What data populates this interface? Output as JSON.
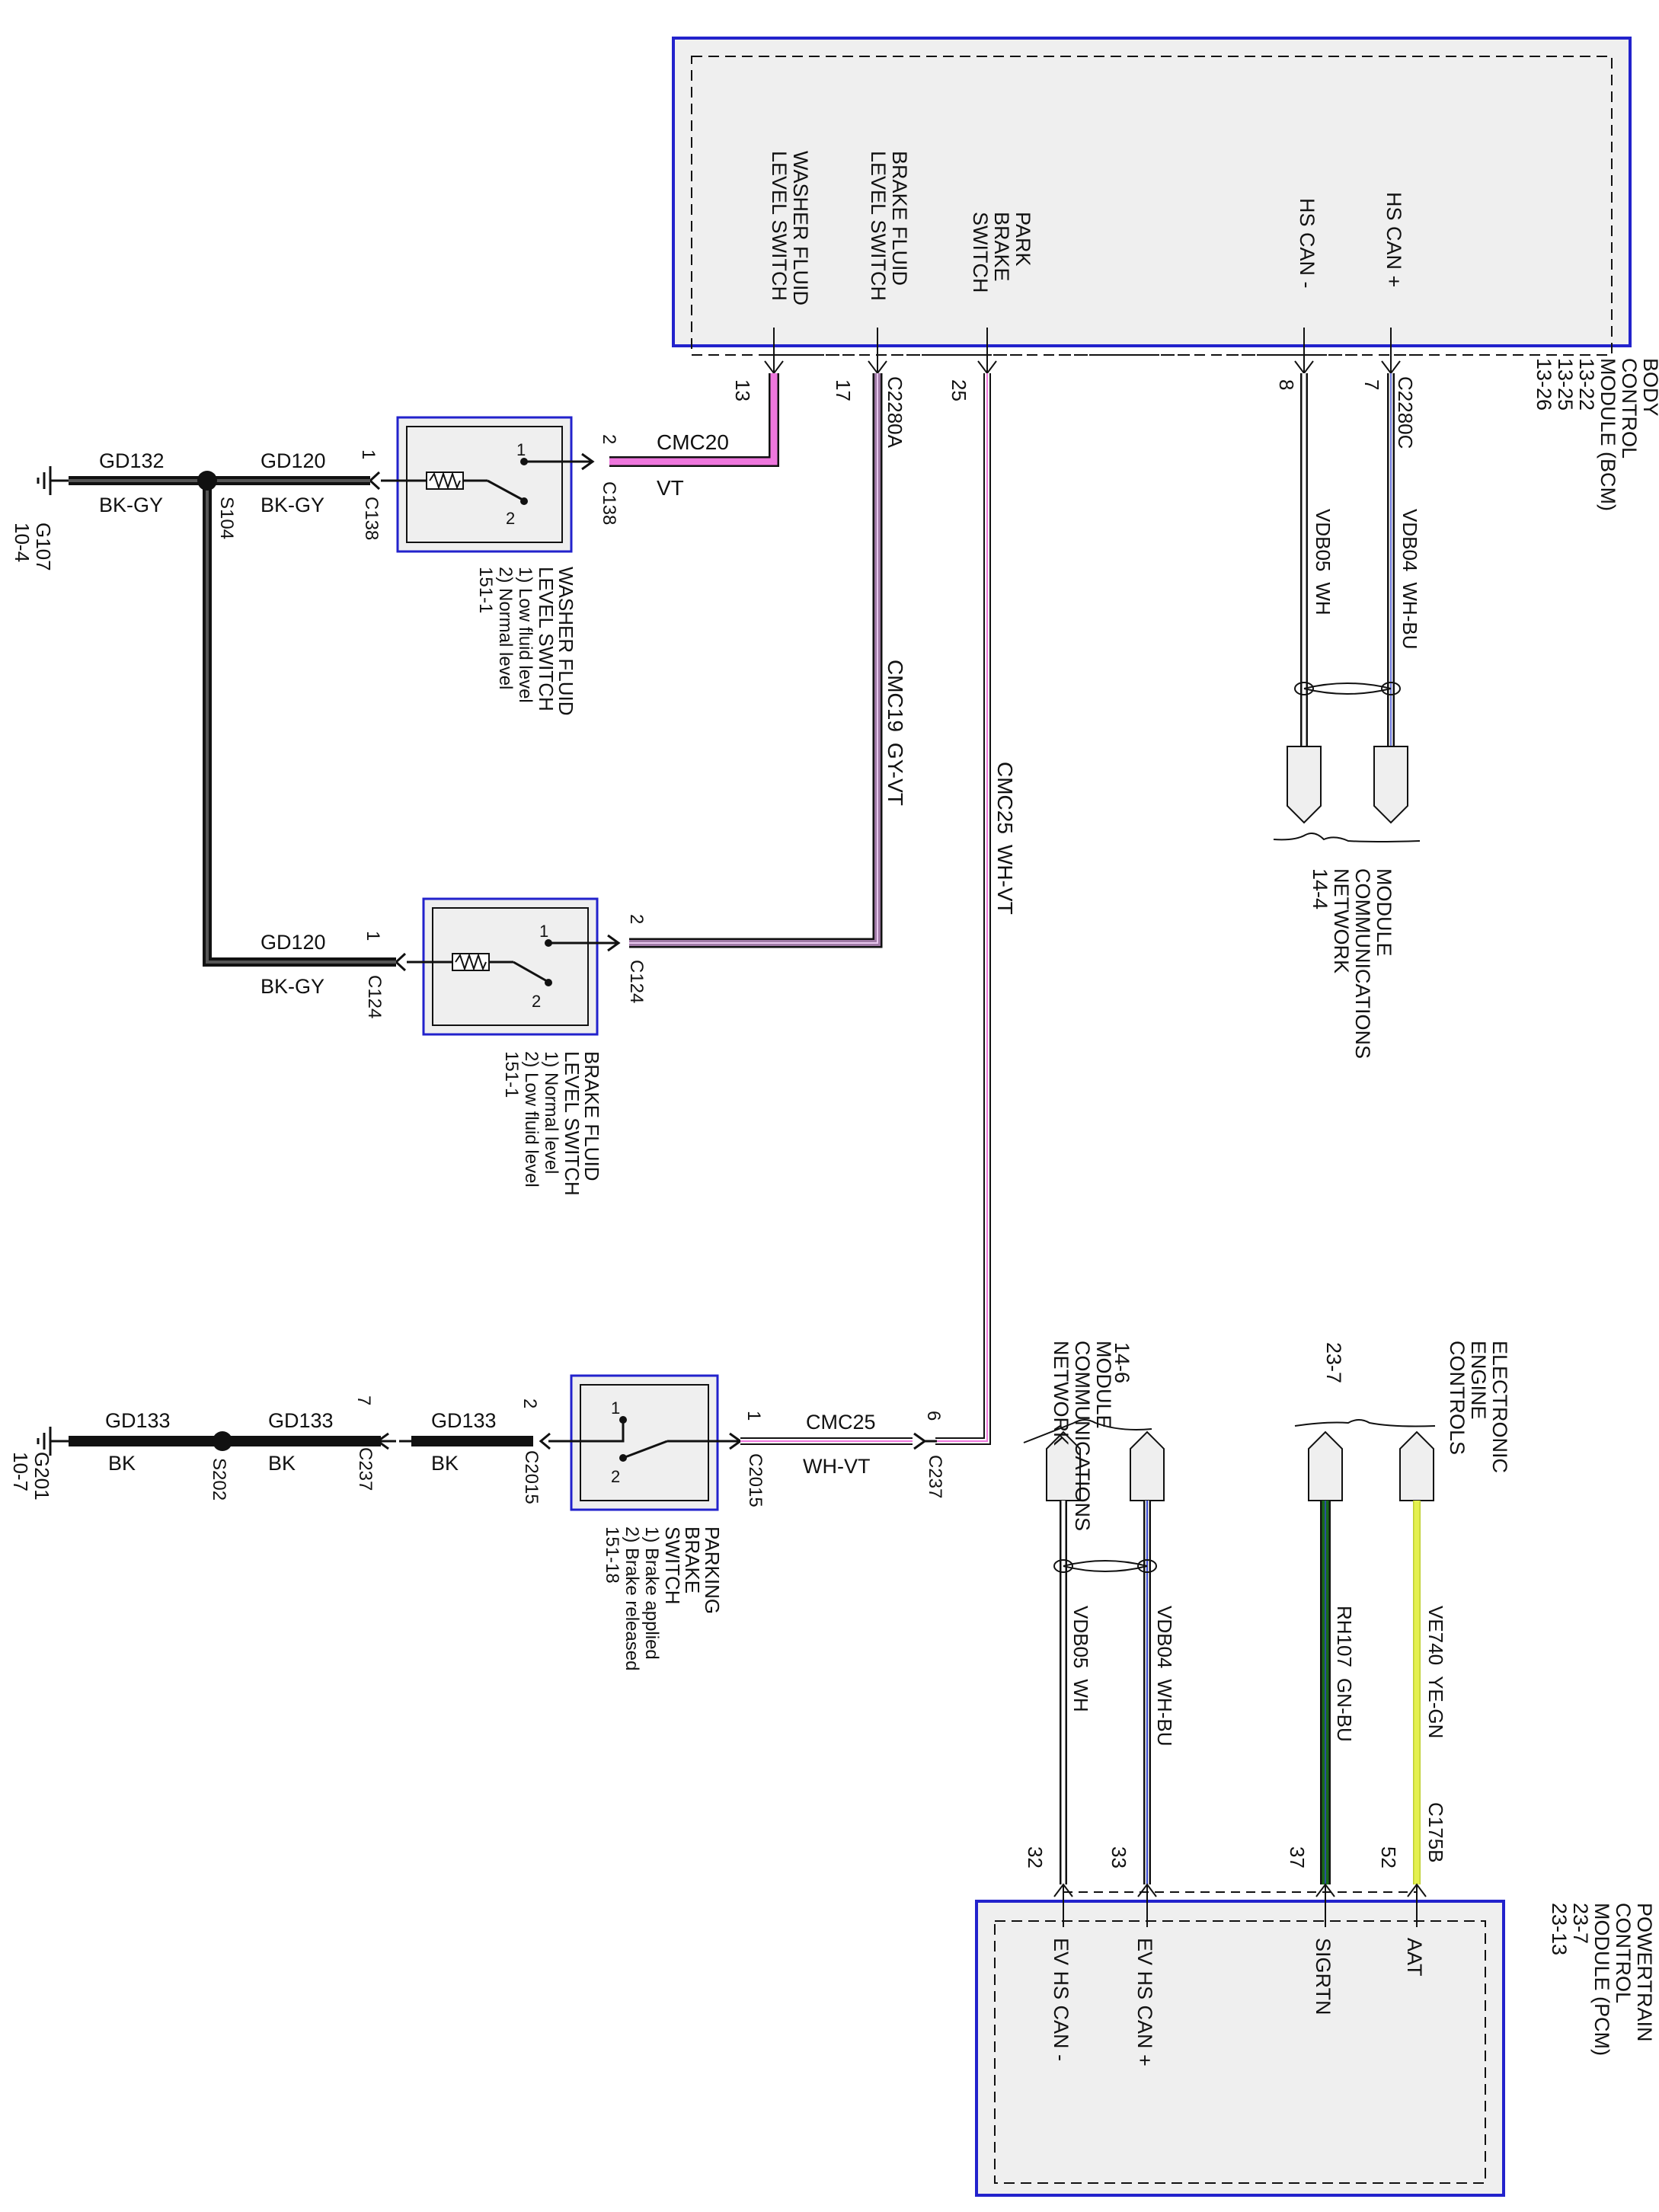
{
  "bcm": {
    "title_lines": [
      "BODY",
      "CONTROL",
      "MODULE (BCM)",
      "13-22",
      "13-25",
      "13-26"
    ],
    "pin_labels": {
      "washer": [
        "WASHER FLUID",
        "LEVEL SWITCH"
      ],
      "brake": [
        "BRAKE FLUID",
        "LEVEL SWITCH"
      ],
      "park": [
        "PARK",
        "BRAKE",
        "SWITCH"
      ],
      "hscan_minus": "HS CAN -",
      "hscan_plus": "HS CAN +"
    },
    "pins": {
      "washer": "13",
      "brake": "17",
      "park": "25",
      "hscan_minus": "8",
      "hscan_plus": "7"
    },
    "connectors": {
      "a": "C2280A",
      "c": "C2280C"
    }
  },
  "pcm": {
    "title_lines": [
      "POWERTRAIN",
      "CONTROL",
      "MODULE (PCM)",
      "23-7",
      "23-13"
    ],
    "pin_labels": {
      "ev_minus": "EV HS CAN -",
      "ev_plus": "EV HS CAN +",
      "sigrtn": "SIGRTN",
      "aat": "AAT"
    },
    "pins": {
      "ev_minus": "32",
      "ev_plus": "33",
      "sigrtn": "37",
      "aat": "52"
    },
    "connector": "C175B"
  },
  "wires": {
    "cmc20": {
      "circuit": "CMC20",
      "color": "VT"
    },
    "cmc19": {
      "circuit": "CMC19",
      "color": "GY-VT"
    },
    "cmc25": {
      "circuit": "CMC25",
      "color": "WH-VT"
    },
    "cmc25b": {
      "circuit": "CMC25",
      "color": "WH-VT"
    },
    "vdb05": {
      "circuit": "VDB05",
      "color": "WH"
    },
    "vdb04": {
      "circuit": "VDB04",
      "color": "WH-BU"
    },
    "vdb05b": {
      "circuit": "VDB05",
      "color": "WH"
    },
    "vdb04b": {
      "circuit": "VDB04",
      "color": "WH-BU"
    },
    "rh107": {
      "circuit": "RH107",
      "color": "GN-BU"
    },
    "ve740": {
      "circuit": "VE740",
      "color": "YE-GN"
    },
    "gd132": {
      "circuit": "GD132",
      "color": "BK-GY"
    },
    "gd120a": {
      "circuit": "GD120",
      "color": "BK-GY"
    },
    "gd120b": {
      "circuit": "GD120",
      "color": "BK-GY"
    },
    "gd133a": {
      "circuit": "GD133",
      "color": "BK"
    },
    "gd133b": {
      "circuit": "GD133",
      "color": "BK"
    },
    "gd133c": {
      "circuit": "GD133",
      "color": "BK"
    }
  },
  "washer_switch": {
    "title_lines": [
      "WASHER FLUID",
      "LEVEL SWITCH",
      "1) Low fluid level",
      "2) Normal level",
      "151-1"
    ],
    "connector": "C138",
    "pin_ground": "1",
    "pin_signal": "2",
    "contact1": "1",
    "contact2": "2"
  },
  "brake_switch": {
    "title_lines": [
      "BRAKE FLUID",
      "LEVEL SWITCH",
      "1) Normal level",
      "2) Low fluid level",
      "151-1"
    ],
    "connector": "C124",
    "pin_ground": "1",
    "pin_signal": "2",
    "contact1": "1",
    "contact2": "2"
  },
  "park_switch": {
    "title_lines": [
      "PARKING",
      "BRAKE",
      "SWITCH",
      "1) Brake applied",
      "2) Brake released",
      "151-18"
    ],
    "connector": "C2015",
    "pin_ground": "2",
    "pin_signal": "1",
    "contact1": "1",
    "contact2": "2"
  },
  "splices": {
    "s104": "S104",
    "s202": "S202"
  },
  "grounds": {
    "g107": {
      "name": "G107",
      "ref": "10-4"
    },
    "g201": {
      "name": "G201",
      "ref": "10-7"
    }
  },
  "inline": {
    "c237": "C237",
    "pin7": "7",
    "pin6": "6"
  },
  "references": {
    "mcn_top": {
      "lines": [
        "MODULE",
        "COMMUNICATIONS",
        "NETWORK",
        "14-4"
      ]
    },
    "mcn_bottom": {
      "lines": [
        "MODULE",
        "COMMUNICATIONS",
        "NETWORK",
        "14-6"
      ]
    },
    "eec": {
      "lines": [
        "ELECTRONIC",
        "ENGINE",
        "CONTROLS",
        "23-7"
      ]
    }
  },
  "colors": {
    "border_blue": "#2222cc",
    "violet": "#ee77dd",
    "gray_violet": "#a07aa6",
    "green": "#1a6b1a",
    "yellow": "#e4f050",
    "blue": "#3344cc",
    "box_fill": "#efefef"
  }
}
